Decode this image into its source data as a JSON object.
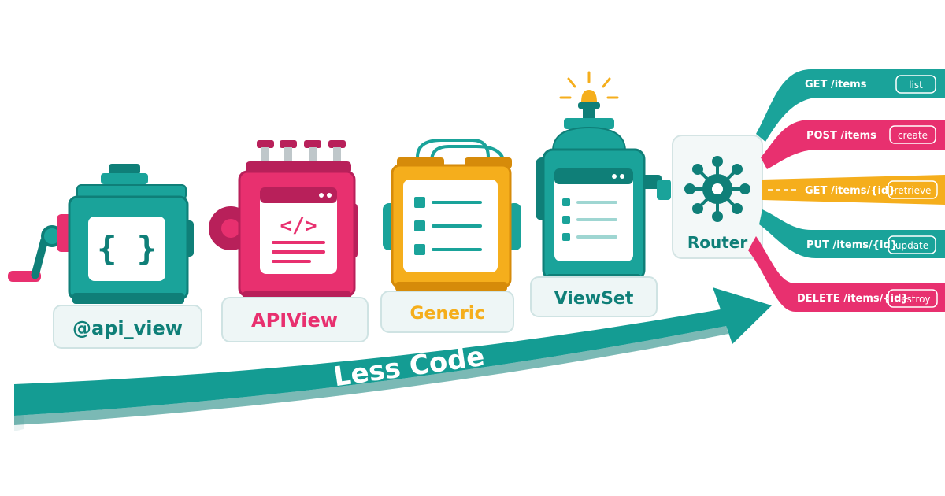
{
  "colors": {
    "teal": "#1aa39a",
    "teal_dark": "#0f7f78",
    "pink": "#e8306f",
    "pink_dark": "#b8205a",
    "amber": "#f5ae1c",
    "amber_dark": "#d68b0a",
    "label_bg": "#eef6f6",
    "label_border": "#cfe3e3"
  },
  "machines": [
    {
      "label": "@api_view",
      "icon": "curly-braces-icon",
      "screen_text": "{ }"
    },
    {
      "label": "APIView",
      "icon": "code-window-icon",
      "screen_text": "</>"
    },
    {
      "label": "Generic",
      "icon": "checklist-icon"
    },
    {
      "label": "ViewSet",
      "icon": "list-window-icon"
    }
  ],
  "router": {
    "label": "Router",
    "icon": "hub-icon"
  },
  "arrow": {
    "label": "Less Code"
  },
  "routes": [
    {
      "method_path": "GET /items",
      "action": "list",
      "color": "#1aa39a"
    },
    {
      "method_path": "POST /items",
      "action": "create",
      "color": "#e8306f"
    },
    {
      "method_path": "GET /items/{id}",
      "action": "retrieve",
      "color": "#f5ae1c"
    },
    {
      "method_path": "PUT /items/{id}",
      "action": "update",
      "color": "#1aa39a"
    },
    {
      "method_path": "DELETE /items/{id}",
      "action": "destroy",
      "color": "#e8306f"
    }
  ]
}
